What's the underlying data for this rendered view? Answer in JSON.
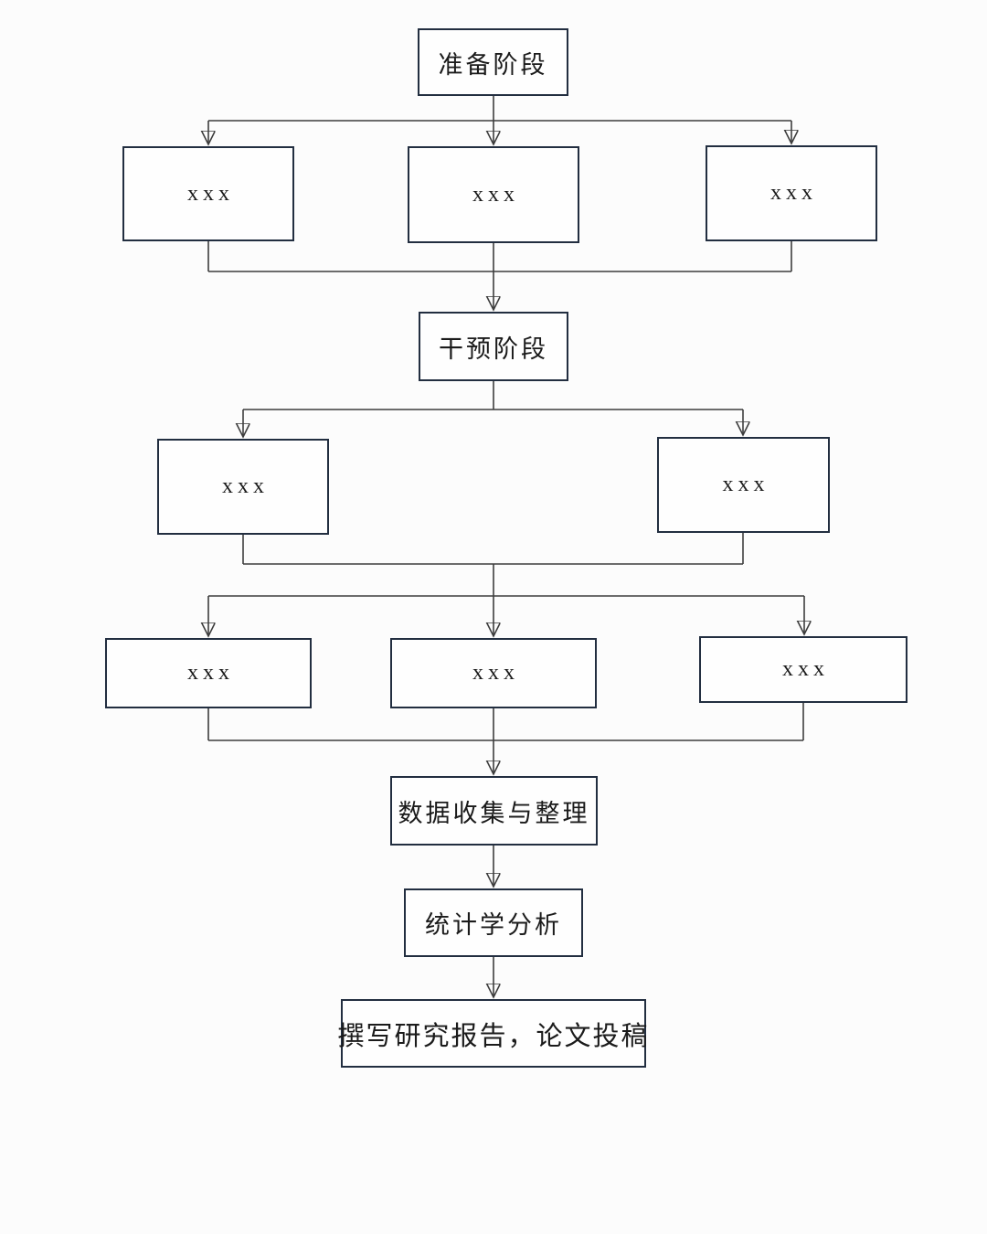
{
  "flowchart": {
    "nodes": [
      {
        "id": "preparation-stage",
        "label": "准备阶段"
      },
      {
        "id": "preparation-item-1",
        "label": "xxx"
      },
      {
        "id": "preparation-item-2",
        "label": "xxx"
      },
      {
        "id": "preparation-item-3",
        "label": "xxx"
      },
      {
        "id": "intervention-stage",
        "label": "干预阶段"
      },
      {
        "id": "intervention-group-1",
        "label": "xxx"
      },
      {
        "id": "intervention-group-2",
        "label": "xxx"
      },
      {
        "id": "outcome-item-1",
        "label": "xxx"
      },
      {
        "id": "outcome-item-2",
        "label": "xxx"
      },
      {
        "id": "outcome-item-3",
        "label": "xxx"
      },
      {
        "id": "data-collection",
        "label": "数据收集与整理"
      },
      {
        "id": "statistical-analysis",
        "label": "统计学分析"
      },
      {
        "id": "report-submission",
        "label": "撰写研究报告，论文投稿"
      }
    ],
    "colors": {
      "box_border": "#222e40",
      "connector_line": "#3d3d3d",
      "arrowhead": "#141414",
      "text": "#1b1b1b",
      "background": "#fcfcfc"
    }
  }
}
